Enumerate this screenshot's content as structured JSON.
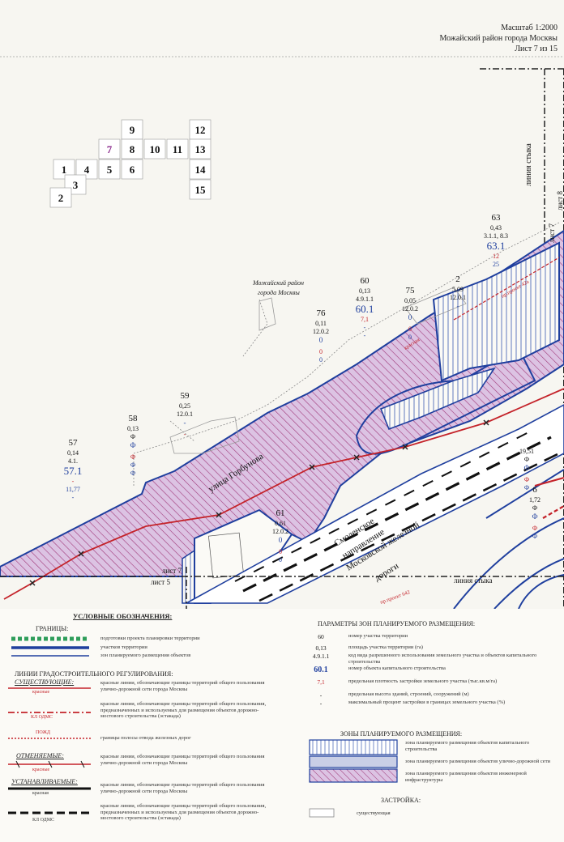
{
  "header": {
    "scale": "Масштаб 1:2000",
    "district": "Можайский район города Москвы",
    "sheet": "Лист 7 из 15"
  },
  "index_grid": [
    "1",
    "2",
    "3",
    "4",
    "5",
    "6",
    "7",
    "8",
    "9",
    "10",
    "11",
    "12",
    "13",
    "14",
    "15"
  ],
  "map_labels": {
    "district": "Можайский район",
    "district2": "города Москвы",
    "street": "улица Горбунова",
    "railway1": "Смоленское",
    "railway2": "направление",
    "railway3": "Московской железной",
    "railway4": "дороги",
    "junction_line": "линия стыка",
    "sheet7": "лист 7",
    "sheet8": "лист 8",
    "sheet5": "лист 5",
    "krasnaya": "красная",
    "project1": "пр.проект 42а",
    "project2": "пр.проект 642"
  },
  "plots": [
    {
      "num": "57",
      "area": "0,14",
      "code": "4.1.",
      "obj": "57.1",
      "d1": "-",
      "d2": "11,77",
      "d3": "-"
    },
    {
      "num": "58",
      "area": "0,13",
      "code": "Ф",
      "obj": "Ф",
      "d1": "Ф",
      "d2": "Ф",
      "d3": "Ф"
    },
    {
      "num": "59",
      "area": "0,25",
      "code": "12.0.1",
      "obj": "-",
      "d1": "-",
      "d2": "",
      "d3": ""
    },
    {
      "num": "76",
      "area": "0,11",
      "code": "12.0.2",
      "obj": "0",
      "d1": "0",
      "d2": "0",
      "d3": ""
    },
    {
      "num": "60",
      "area": "0,13",
      "code": "4.9.1.1",
      "obj": "60.1",
      "d1": "7,1",
      "d2": "-",
      "d3": "-"
    },
    {
      "num": "75",
      "area": "0,05",
      "code": "12.0.2",
      "obj": "0",
      "d1": "0",
      "d2": "0",
      "d3": ""
    },
    {
      "num": "2",
      "area": "5,09",
      "code": "12.0.1",
      "obj": "-",
      "d1": "-",
      "d2": "",
      "d3": ""
    },
    {
      "num": "63",
      "area": "0,43",
      "code": "3.1.1, 8.3",
      "obj": "63.1",
      "d1": "12",
      "d2": "25",
      "d3": ""
    },
    {
      "num": "61",
      "area": "0,61",
      "code": "12.0.2",
      "obj": "0",
      "d1": "0",
      "d2": "0",
      "d3": ""
    },
    {
      "num": "6",
      "area": "1,72",
      "code": "Ф",
      "obj": "Ф",
      "d1": "Ф",
      "d2": "Ф",
      "d3": ""
    },
    {
      "num": "",
      "area": "19,51",
      "code": "Ф",
      "obj": "Ф",
      "d1": "Ф",
      "d2": "Ф",
      "d3": ""
    }
  ],
  "legend": {
    "title": "УСЛОВНЫЕ ОБОЗНАЧЕНИЯ:",
    "borders_title": "ГРАНИЦЫ:",
    "borders": [
      "подготовки проекта планировки территории",
      "участков территории",
      "зон планируемого размещения объектов"
    ],
    "lines_title": "ЛИНИИ ГРАДОСТРОИТЕЛЬНОГО РЕГУЛИРОВАНИЯ:",
    "existing_title": "СУЩЕСТВУЮЩИЕ:",
    "existing": [
      {
        "tag": "красные",
        "text": "красные линии, обозначающие границы территорий общего пользования улично-дорожной сети города Москвы"
      },
      {
        "tag": "КЛ ОДМС",
        "text": "красные линии, обозначающие границы территорий общего пользования, предназначенных и используемых для размещения объектов дорожно-мостового строительства (эстакада)"
      },
      {
        "tag": "ПОЖД",
        "text": "границы полосы отвода железных дорог"
      }
    ],
    "cancelled_title": "ОТМЕНЯЕМЫЕ:",
    "cancelled": [
      {
        "tag": "красные",
        "text": "красные линии, обозначающие границы территорий общего пользования улично-дорожной сети города Москвы"
      }
    ],
    "established_title": "УСТАНАВЛИВАЕМЫЕ:",
    "established": [
      {
        "tag": "красная",
        "text": "красные линии, обозначающие границы территорий общего пользования улично-дорожной сети города Москвы"
      },
      {
        "tag": "КЛ ОДМС",
        "text": "красные линии, обозначающие границы территорий общего пользования, предназначенных и используемых для размещения объектов дорожно-мостового строительства (эстакада)"
      }
    ],
    "params_title": "ПАРАМЕТРЫ ЗОН ПЛАНИРУЕМОГО РАЗМЕЩЕНИЯ:",
    "params": [
      {
        "val": "60",
        "text": "номер участка территории"
      },
      {
        "val": "0,13",
        "text": "площадь участка территории (га)"
      },
      {
        "val": "4.9.1.1",
        "text": "код вида разрешенного использования земельного участка и объектов капитального строительства"
      },
      {
        "val": "60.1",
        "text": "номер объекта капитального строительства"
      },
      {
        "val": "7,1",
        "text": "предельная плотность застройки земельного участка (тыс.кв.м/га)"
      },
      {
        "val": "-",
        "text": "предельная высота зданий, строений, сооружений (м)"
      },
      {
        "val": "-",
        "text": "максимальный процент застройки в границах земельного участка (%)"
      }
    ],
    "zones_title": "ЗОНЫ ПЛАНИРУЕМОГО РАЗМЕЩЕНИЯ:",
    "zones": [
      "зона планируемого размещения объектов капитального строительства",
      "зона планируемого размещения объектов улично-дорожной сети",
      "зона планируемого размещения объектов инженерной инфраструктуры"
    ],
    "building_title": "ЗАСТРОЙКА:",
    "building": "существующая"
  },
  "colors": {
    "blue": "#1f3f9e",
    "red": "#c4232a",
    "purple_fill": "#d7bde0",
    "hatch": "#a03a7a",
    "green": "#2e9d5a"
  }
}
